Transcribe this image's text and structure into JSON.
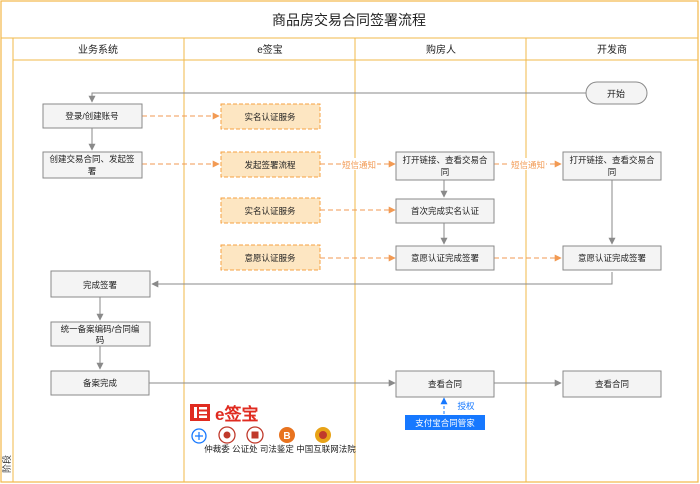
{
  "diagram": {
    "title": "商品房交易合同签署流程",
    "side_label": "阶段",
    "lanes": [
      "业务系统",
      "e签宝",
      "购房人",
      "开发商"
    ],
    "nodes": {
      "start": "开始",
      "biz_login": "登录/创建账号",
      "biz_create": "创建交易合同、发起签署",
      "biz_complete": "完成签署",
      "biz_code": "统一备案编码/合同编码",
      "biz_record": "备案完成",
      "esign_realname_1": "实名认证服务",
      "esign_flow": "发起签署流程",
      "esign_realname_2": "实名认证服务",
      "esign_will": "意愿认证服务",
      "buyer_open": "打开链接、查看交易合同",
      "buyer_first": "首次完成实名认证",
      "buyer_will": "意愿认证完成签署",
      "buyer_view": "查看合同",
      "buyer_alipay": "支付宝合同管家",
      "dev_open": "打开链接、查看交易合同",
      "dev_will": "意愿认证完成签署",
      "dev_view": "查看合同"
    },
    "edge_labels": {
      "sms_1": "短信通知",
      "sms_2": "短信通知",
      "auth": "授权"
    },
    "footer": {
      "logo_text": "e签宝",
      "partner_note": "仲裁委 公证处 司法鉴定 中国互联网法院",
      "partner_icons": [
        "alipay-icon",
        "arbitration-seal-icon",
        "notary-seal-icon",
        "blockchain-icon",
        "court-seal-icon"
      ]
    },
    "colors": {
      "accent_fill": "#fde6c2",
      "accent_stroke": "#f6a142",
      "accent_edge": "#f29a53",
      "lane_line": "#f2b84a",
      "box_stroke": "#8a8a8a",
      "blue": "#1678ff"
    }
  }
}
